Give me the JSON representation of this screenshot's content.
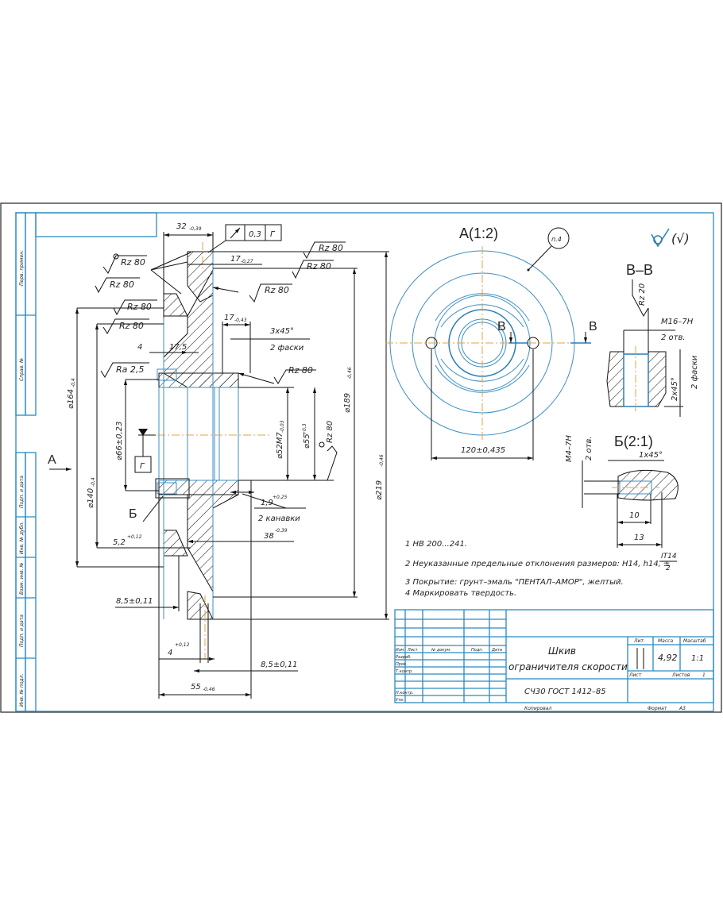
{
  "drawing": {
    "views": {
      "view_a": "A(1:2)",
      "section_vv": "В–В",
      "detail_b": "Б(2:1)",
      "view_arrow_a": "А",
      "marker_b": "Б",
      "marker_v_left": "В",
      "marker_v_right": "В",
      "datum_g": "Г",
      "surface_default": "(√)",
      "note_ref": "п.4"
    },
    "tolerance_frame": {
      "symbol": "runout",
      "value": "0,3",
      "datum": "Г"
    },
    "roughness": {
      "rz80": "Rz 80",
      "ra25": "Ra 2,5",
      "rz20": "Rz 20"
    },
    "dimensions": {
      "d32": "32",
      "d32_tol": "-0,39",
      "d17a": "17",
      "d17a_tol": "-0,27",
      "d17b": "17",
      "d17b_tol": "-0,43",
      "chamfer": "3x45°",
      "chamfer_note": "2 фаски",
      "d4": "4",
      "d17_5": "17,5",
      "dia164": "⌀164",
      "dia164_tol": "-0,4",
      "dia140": "⌀140",
      "dia140_tol": "-0,4",
      "dia66": "⌀66±0,23",
      "dia52": "⌀52M7",
      "dia52_tol": "-0,03",
      "dia55": "⌀55",
      "dia55_tol": "+0,3",
      "dia189": "⌀189",
      "dia189_tol": "-0,46",
      "dia219": "⌀219",
      "dia219_tol": "-0,46",
      "groove": "1,9",
      "groove_tol": "+0,25",
      "groove_note": "2 канавки",
      "d38": "38",
      "d38_tol": "-0,39",
      "d5_2": "5,2",
      "d5_2_tol": "+0,12",
      "d8_5_left": "8,5±0,11",
      "d8_5_right": "8,5±0,11",
      "d4b": "4",
      "d4b_tol": "+0,12",
      "d55": "55",
      "d55_tol": "-0,46",
      "d120": "120±0,435",
      "thread_m16": "M16–7H",
      "thread_m16_count": "2 отв.",
      "chamfer_2x45": "2x45°",
      "chamfer_2x45_note": "2 фаски",
      "thread_m4": "M4–7H",
      "thread_m4_count": "2 отв.",
      "chamfer_1x45": "1x45°",
      "d10": "10",
      "d13": "13"
    },
    "notes": [
      "1 НВ 200...241.",
      "2 Неуказанные предельные отклонения размеров: H14, h14, ±",
      "3 Покрытие: грунт–эмаль \"ПЕНТАЛ–АМОР\", желтый.",
      "4 Маркировать твердость."
    ],
    "note2_fraction": {
      "num": "IT14",
      "den": "2"
    }
  },
  "title_block": {
    "name_line1": "Шкив",
    "name_line2": "ограничителя скорости",
    "material": "СЧ30 ГОСТ 1412–85",
    "headers": {
      "izm": "Изм",
      "list": "Лист",
      "doc": "№ докум.",
      "sign": "Подп.",
      "date": "Дата"
    },
    "roles": [
      "Разраб.",
      "Пров.",
      "Т.контр.",
      "",
      "Н.контр.",
      "Утв."
    ],
    "lit_label": "Лит.",
    "mass_label": "Масса",
    "scale_label": "Масштаб",
    "mass": "4,92",
    "scale": "1:1",
    "sheet_label": "Лист",
    "sheets_label": "Листов",
    "sheets": "1",
    "copied": "Копировал",
    "format_label": "Формат",
    "format": "A3"
  },
  "side_stamp": [
    "Перв. примен.",
    "Справ. №",
    "Подп. и дата",
    "Инв. № дубл.",
    "Взам. инв. №",
    "Подп. и дата",
    "Инв. № подл."
  ]
}
